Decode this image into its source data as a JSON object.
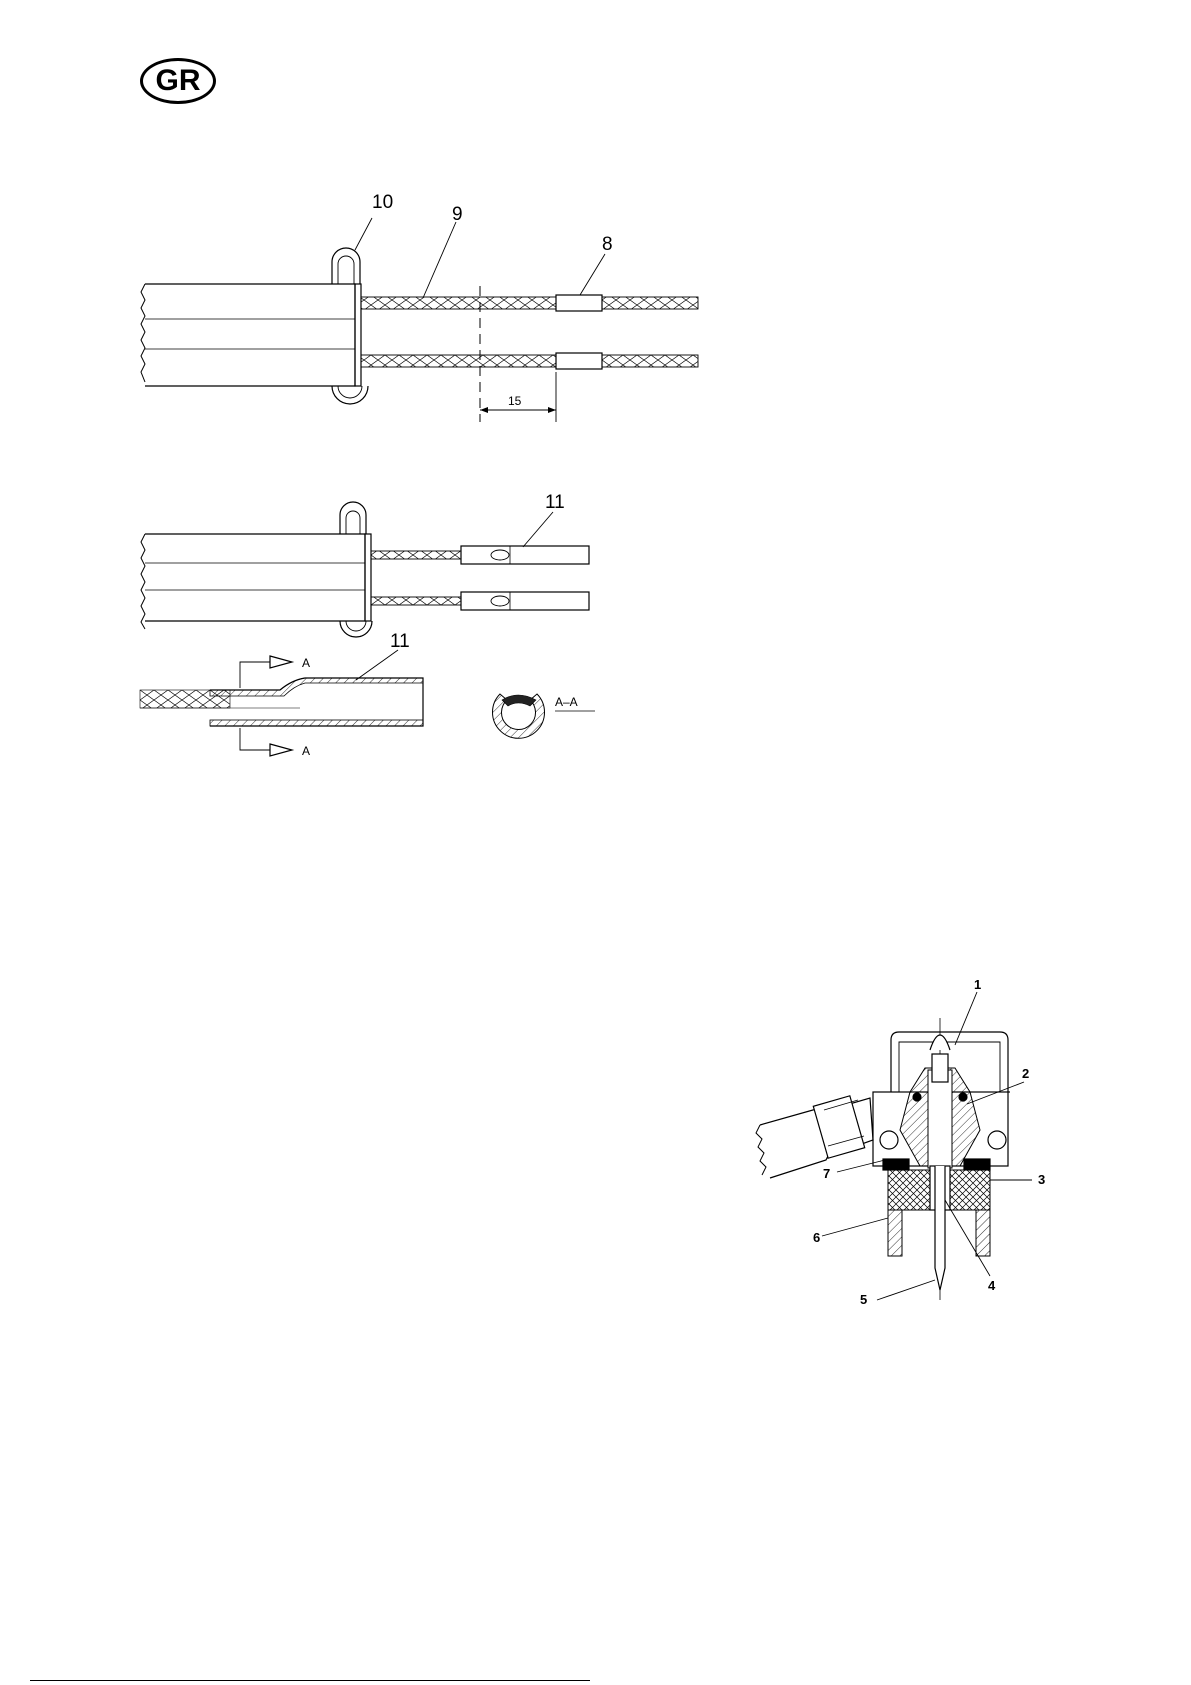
{
  "header": {
    "language_badge": "GR"
  },
  "figure_top": {
    "callouts": {
      "c10": "10",
      "c9": "9",
      "c8": "8"
    },
    "dimension": "15"
  },
  "figure_middle": {
    "callouts": {
      "c11a": "11",
      "c11b": "11"
    },
    "section_marker_top": "A",
    "section_marker_bottom": "A",
    "section_label": "A–A"
  },
  "figure_bottom": {
    "callouts": {
      "c1": "1",
      "c2": "2",
      "c3": "3",
      "c4": "4",
      "c5": "5",
      "c6": "6",
      "c7": "7"
    }
  }
}
